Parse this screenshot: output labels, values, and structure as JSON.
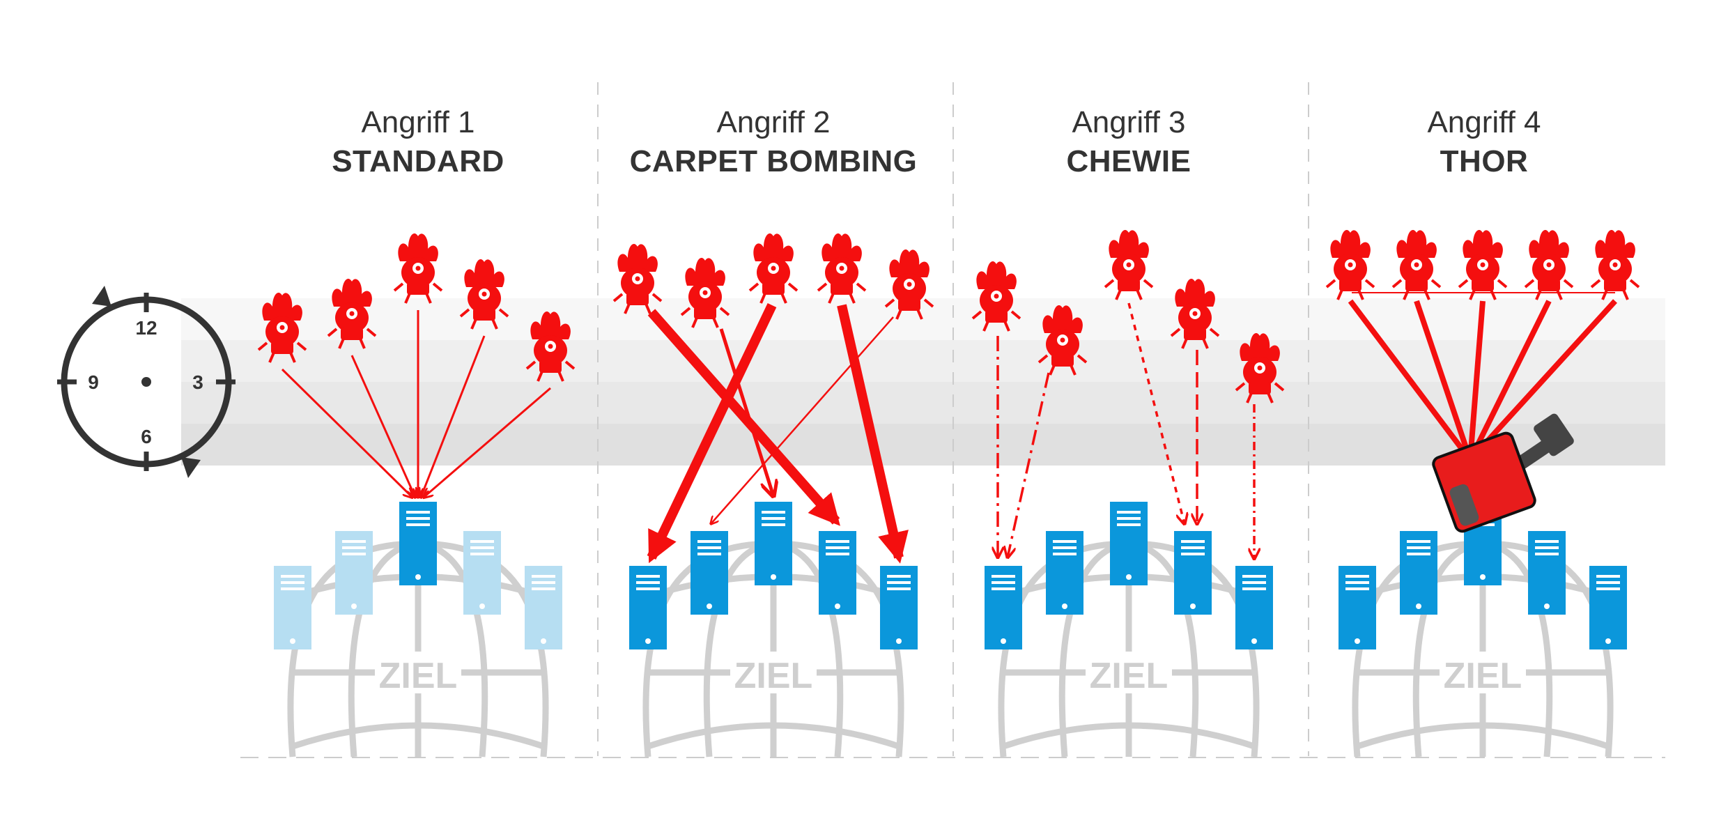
{
  "colors": {
    "attacker": "#f40f0f",
    "server_active": "#0b97db",
    "server_inactive": "#b6def2",
    "globe": "#cfcfcf",
    "band": "#e3e3e3",
    "clock": "#333333",
    "text": "#333333",
    "hammer_head": "#e81c1c",
    "hammer_handle": "#444444"
  },
  "clock": {
    "labels": [
      "12",
      "3",
      "6",
      "9"
    ]
  },
  "attacks": [
    {
      "number_label": "Angriff 1",
      "name_label": "STANDARD",
      "target_label": "ZIEL"
    },
    {
      "number_label": "Angriff 2",
      "name_label": "CARPET BOMBING",
      "target_label": "ZIEL"
    },
    {
      "number_label": "Angriff 3",
      "name_label": "CHEWIE",
      "target_label": "ZIEL"
    },
    {
      "number_label": "Angriff 4",
      "name_label": "THOR",
      "target_label": "ZIEL"
    }
  ],
  "icons": {
    "attacker": "attacker-creature-icon",
    "server": "server-icon",
    "globe": "globe-icon",
    "clock": "clock-icon",
    "hammer": "hammer-icon"
  }
}
